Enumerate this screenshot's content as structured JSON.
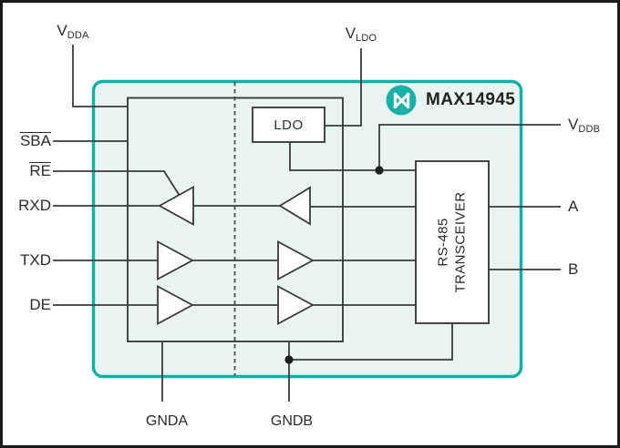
{
  "header": {
    "brand_logo": "maxim-logo",
    "part_number": "MAX14945"
  },
  "blocks": {
    "ldo": {
      "label": "LDO"
    },
    "transceiver": {
      "line1": "RS-485",
      "line2": "TRANSCEIVER"
    }
  },
  "pins": {
    "vdda": {
      "base": "V",
      "sub": "DDA"
    },
    "vldo": {
      "base": "V",
      "sub": "LDO"
    },
    "vddb": {
      "base": "V",
      "sub": "DDB"
    },
    "sba": {
      "label": "SBA",
      "overline": true
    },
    "re": {
      "label": "RE",
      "overline": true
    },
    "rxd": {
      "label": "RXD"
    },
    "txd": {
      "label": "TXD"
    },
    "de": {
      "label": "DE"
    },
    "a": {
      "label": "A"
    },
    "b": {
      "label": "B"
    },
    "gnda": {
      "label": "GNDA"
    },
    "gndb": {
      "label": "GNDB"
    }
  },
  "colors": {
    "teal": "#0FB1A7",
    "chip_fill": "#E9F4F2",
    "wire": "#3A3A3A",
    "box_stroke": "#333333",
    "text": "#2B2B2B",
    "frame": "#1A1A1A",
    "dot": "#1E1E1E"
  }
}
